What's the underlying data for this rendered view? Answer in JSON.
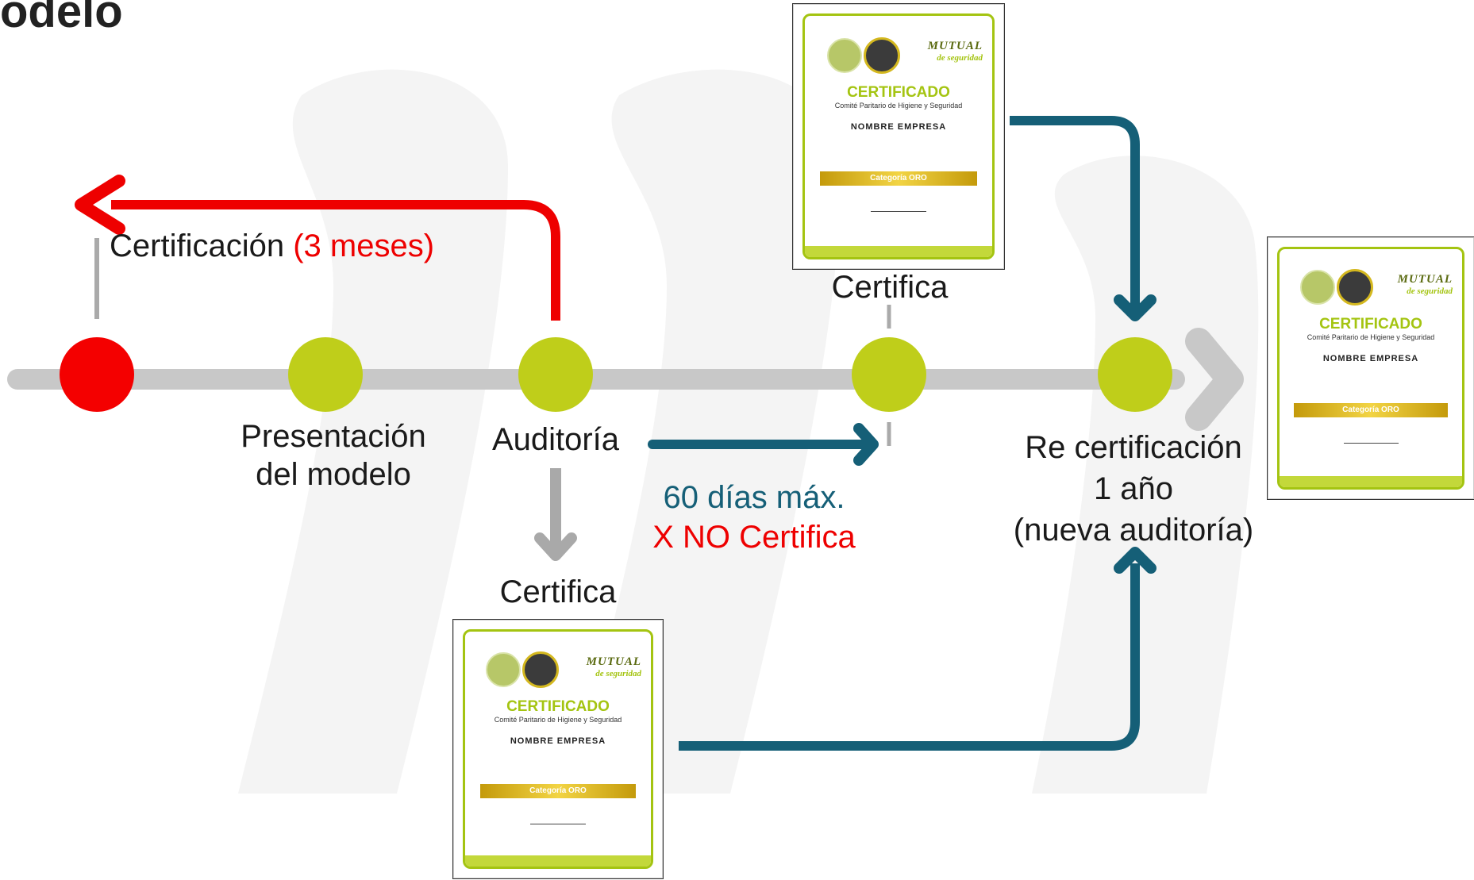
{
  "title_fragment": "odelo",
  "stages": [
    {
      "label": "Presentación\ndel modelo"
    },
    {
      "label": "Auditoría"
    },
    {
      "label": "Re certificación\n1 año\n(nueva auditoría)"
    }
  ],
  "certificacion_label": {
    "text": "Certificación ",
    "highlight": "(3 meses)"
  },
  "certifica_top": "Certifica",
  "certifica_bottom": "Certifica",
  "deadline": {
    "line1": "60 días máx.",
    "line2": "X NO Certifica"
  },
  "certificate": {
    "title": "CERTIFICADO",
    "subtitle": "Comité Paritario de Higiene y Seguridad",
    "company": "NOMBRE EMPRESA",
    "category": "Categoría ORO",
    "brand": "MUTUAL",
    "brand_sub": "de seguridad"
  },
  "colors": {
    "timeline": "#c8c8c8",
    "node": "#bfce1a",
    "failed_node": "#f40000",
    "red_arrow": "#ee0000",
    "teal_arrow": "#155f77",
    "gray_arrow": "#a9a9a9",
    "background_shape": "#f3f3f3"
  }
}
